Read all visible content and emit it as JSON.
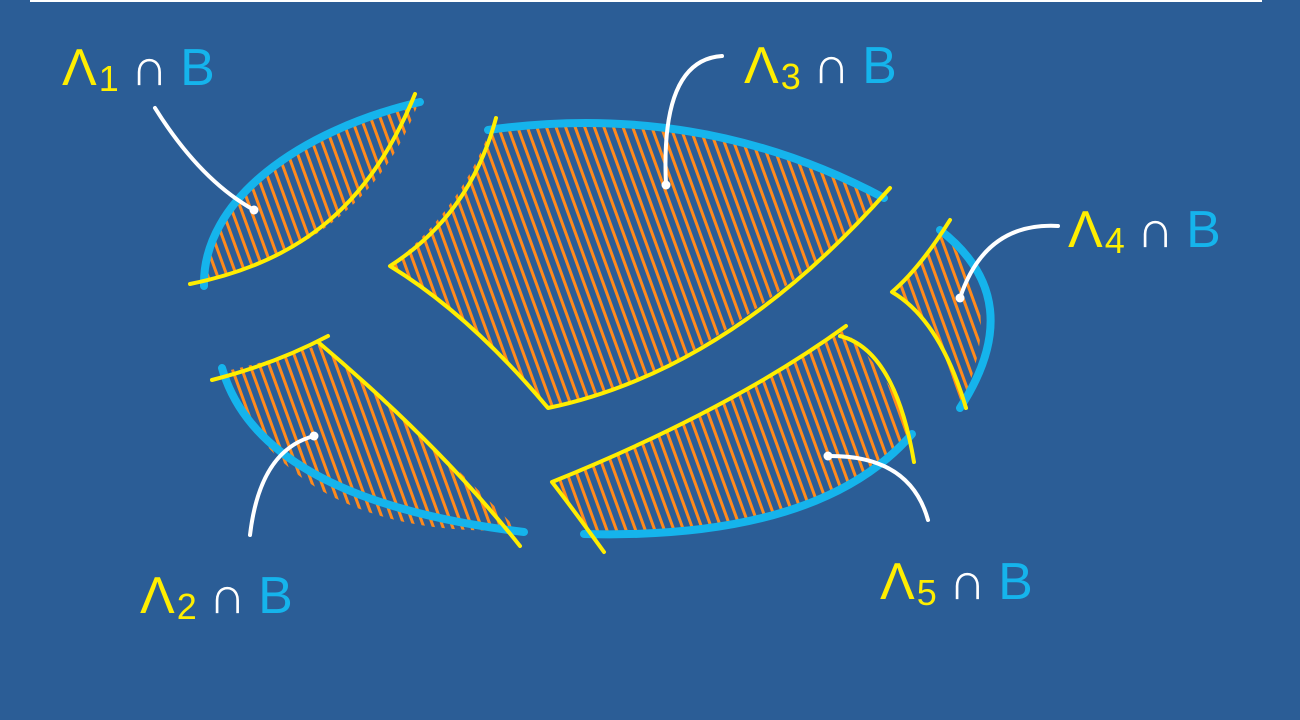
{
  "colors": {
    "background": "#2b5d96",
    "set_boundary": "#15b4ec",
    "partition_boundary": "#ffee00",
    "fill_hatch": "#ff8a1c",
    "leader_line": "#ffffff"
  },
  "labels": [
    {
      "id": "1",
      "symbol": "Λ",
      "sub": "1",
      "op": "∩",
      "set": "B"
    },
    {
      "id": "2",
      "symbol": "Λ",
      "sub": "2",
      "op": "∩",
      "set": "B"
    },
    {
      "id": "3",
      "symbol": "Λ",
      "sub": "3",
      "op": "∩",
      "set": "B"
    },
    {
      "id": "4",
      "symbol": "Λ",
      "sub": "4",
      "op": "∩",
      "set": "B"
    },
    {
      "id": "5",
      "symbol": "Λ",
      "sub": "5",
      "op": "∩",
      "set": "B"
    }
  ]
}
